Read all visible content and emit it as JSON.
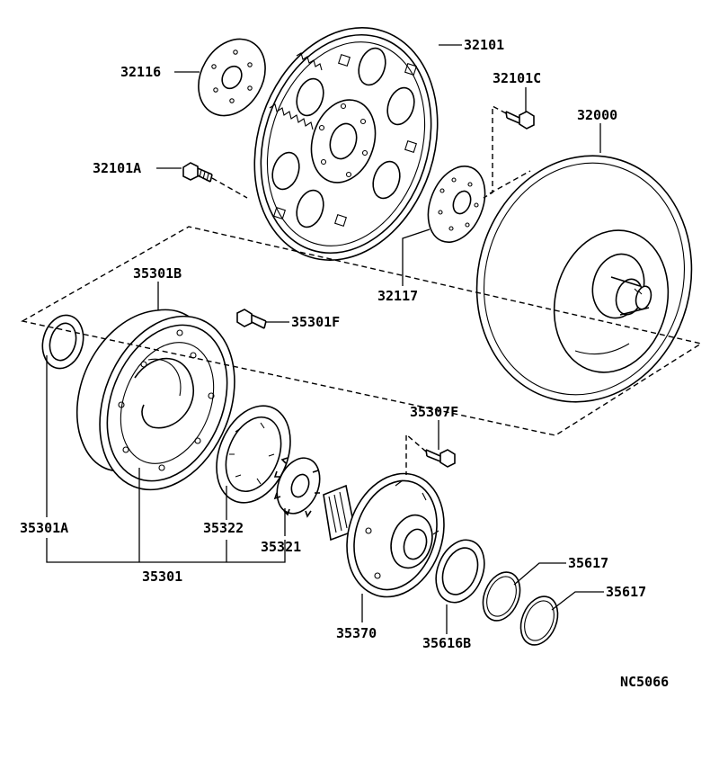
{
  "diagram": {
    "reference_code": "NC5066",
    "labels": {
      "p32101": "32101",
      "p32116": "32116",
      "p32101C": "32101C",
      "p32000": "32000",
      "p32101A": "32101A",
      "p32117": "32117",
      "p35301B": "35301B",
      "p35301F": "35301F",
      "p35307F": "35307F",
      "p35301A": "35301A",
      "p35322": "35322",
      "p35321": "35321",
      "p35301": "35301",
      "p35370": "35370",
      "p35616B": "35616B",
      "p35617a": "35617",
      "p35617b": "35617"
    }
  }
}
